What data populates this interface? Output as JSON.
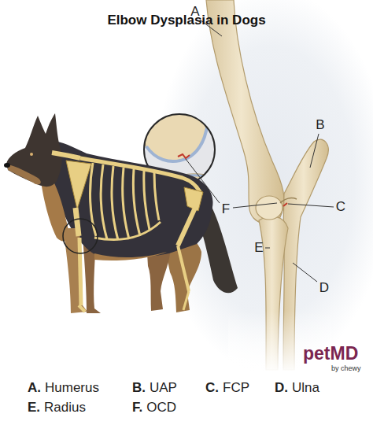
{
  "diagram": {
    "title": "Elbow Dysplasia in Dogs",
    "labels": [
      "A",
      "B",
      "F",
      "C",
      "E",
      "D",
      "A.",
      "Humerus",
      "B.",
      "UAP",
      "C.",
      "FCP",
      "D.",
      "Ulna",
      "E.",
      "Radius",
      "F.",
      "OCD",
      "petMD",
      "by chewy"
    ]
  }
}
